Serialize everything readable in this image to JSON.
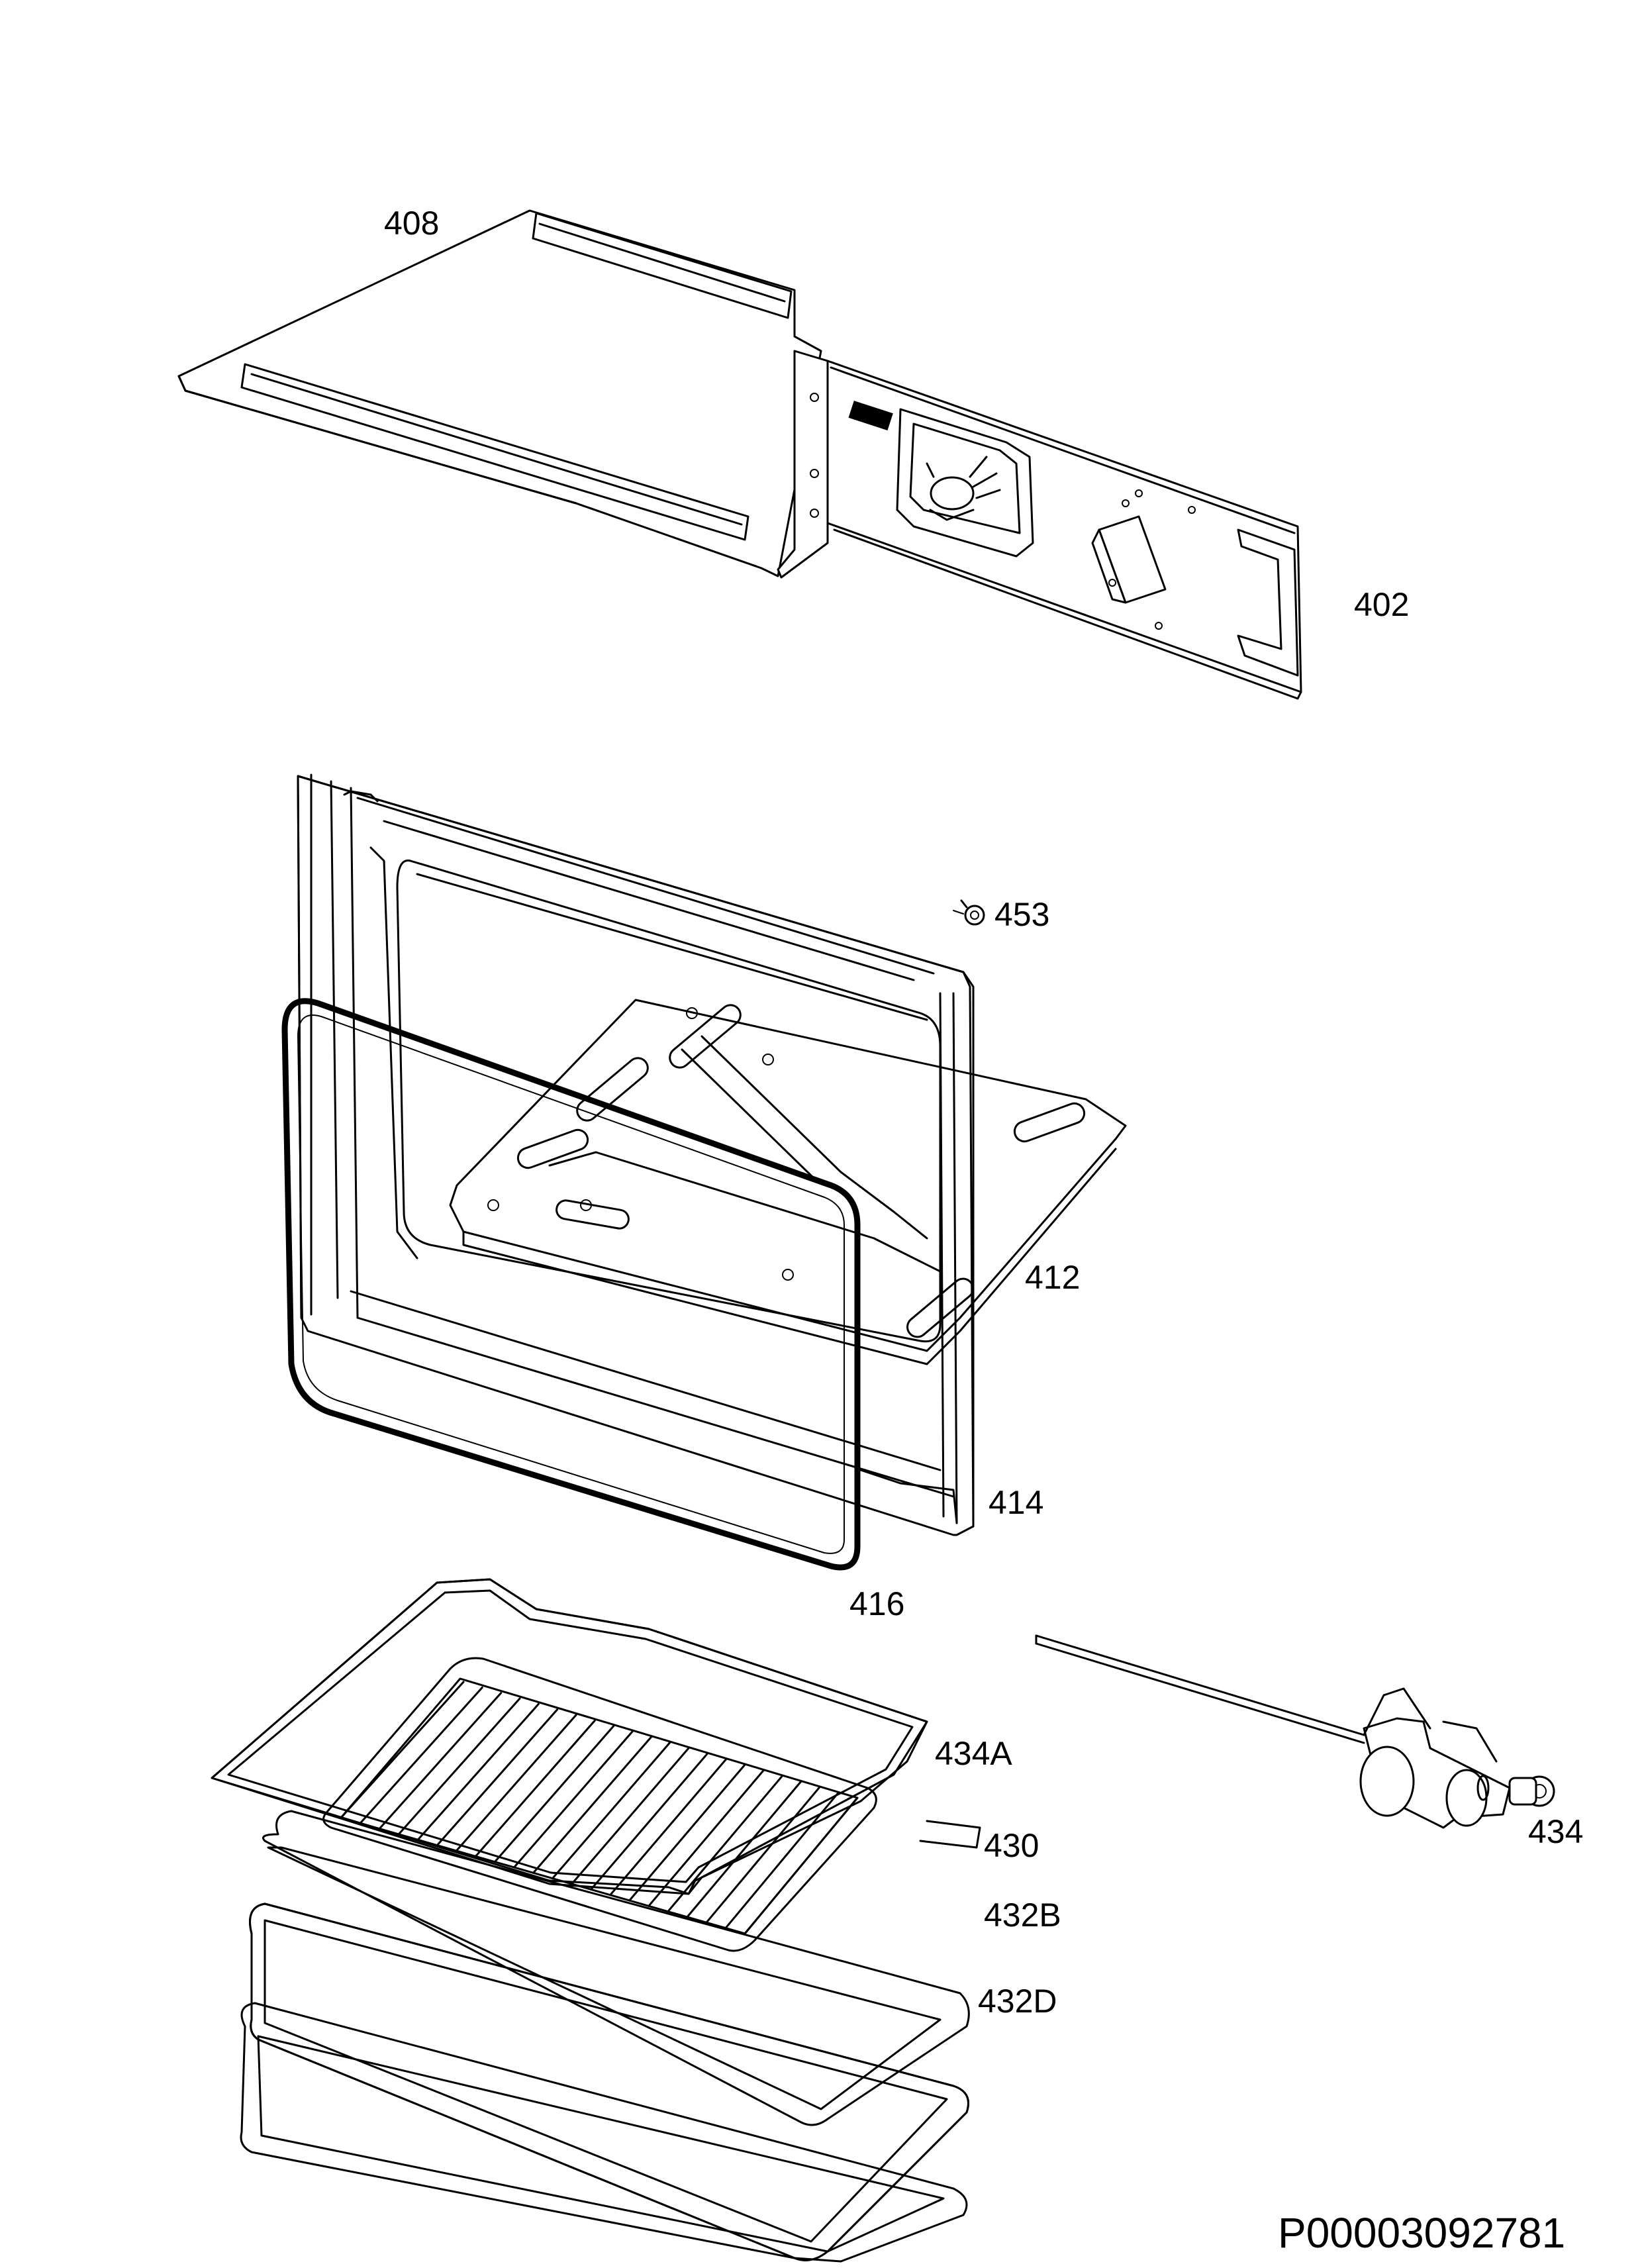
{
  "diagram": {
    "document_id": "P00003092781",
    "parts": [
      {
        "id": "part-408",
        "label": "408"
      },
      {
        "id": "part-402",
        "label": "402"
      },
      {
        "id": "part-453",
        "label": "453"
      },
      {
        "id": "part-412",
        "label": "412"
      },
      {
        "id": "part-414",
        "label": "414"
      },
      {
        "id": "part-416",
        "label": "416"
      },
      {
        "id": "part-434A",
        "label": "434A"
      },
      {
        "id": "part-430",
        "label": "430"
      },
      {
        "id": "part-432B",
        "label": "432B"
      },
      {
        "id": "part-432D",
        "label": "432D"
      },
      {
        "id": "part-434",
        "label": "434"
      }
    ]
  }
}
